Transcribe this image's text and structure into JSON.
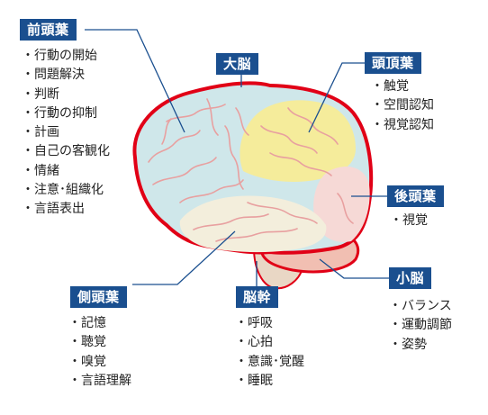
{
  "colors": {
    "label_bg": "#1a4f8f",
    "outline": "#e10016",
    "frontal": "#cfe7ea",
    "parietal": "#f5ec9b",
    "occipital": "#f6d9d6",
    "temporal": "#f3eedc",
    "cerebellum": "#f1bfb2",
    "brainstem": "#e9d7c5",
    "sulci": "#e8a0a0"
  },
  "regions": {
    "frontal": {
      "label": "前頭葉",
      "items": [
        "行動の開始",
        "問題解決",
        "判断",
        "行動の抑制",
        "計画",
        "自己の客観化",
        "情緒",
        "注意･組織化",
        "言語表出"
      ]
    },
    "cerebrum": {
      "label": "大脳"
    },
    "parietal": {
      "label": "頭頂葉",
      "items": [
        "触覚",
        "空間認知",
        "視覚認知"
      ]
    },
    "occipital": {
      "label": "後頭葉",
      "items": [
        "視覚"
      ]
    },
    "cerebellum": {
      "label": "小脳",
      "items": [
        "バランス",
        "運動調節",
        "姿勢"
      ]
    },
    "brainstem": {
      "label": "脳幹",
      "items": [
        "呼吸",
        "心拍",
        "意識･覚醒",
        "睡眠"
      ]
    },
    "temporal": {
      "label": "側頭葉",
      "items": [
        "記憶",
        "聴覚",
        "嗅覚",
        "言語理解"
      ]
    }
  }
}
